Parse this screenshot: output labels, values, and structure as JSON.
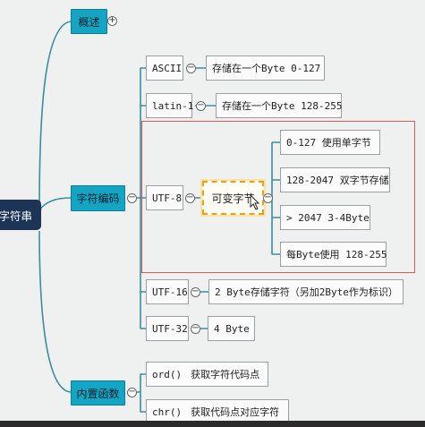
{
  "root": {
    "label": "字符串"
  },
  "overview": {
    "label": "概述",
    "toggle": "+"
  },
  "encoding": {
    "label": "字符编码",
    "toggle": "−",
    "children": [
      {
        "name": "ASCII",
        "desc": "存储在一个Byte  0-127"
      },
      {
        "name": "latin-1",
        "desc": "存储在一个Byte 128-255"
      },
      {
        "name": "UTF-8",
        "desc": "可变字节",
        "details": [
          "0-127  使用单字节",
          "128-2047 双字节存储",
          "> 2047  3-4Byte",
          "每Byte使用 128-255"
        ]
      },
      {
        "name": "UTF-16",
        "desc": "2 Byte存储字符（另加2Byte作为标识）"
      },
      {
        "name": "UTF-32",
        "desc": "4 Byte"
      }
    ]
  },
  "builtins": {
    "label": "内置函数",
    "toggle": "−",
    "children": [
      {
        "name": "ord()",
        "desc": "获取字符代码点"
      },
      {
        "name": "chr()",
        "desc": "获取代码点对应字符"
      }
    ]
  },
  "colors": {
    "accent": "#14a5c4",
    "root": "#1c3557",
    "line": "#3a8ea0",
    "frame": "#e05555",
    "selection": "#e3a21a"
  }
}
